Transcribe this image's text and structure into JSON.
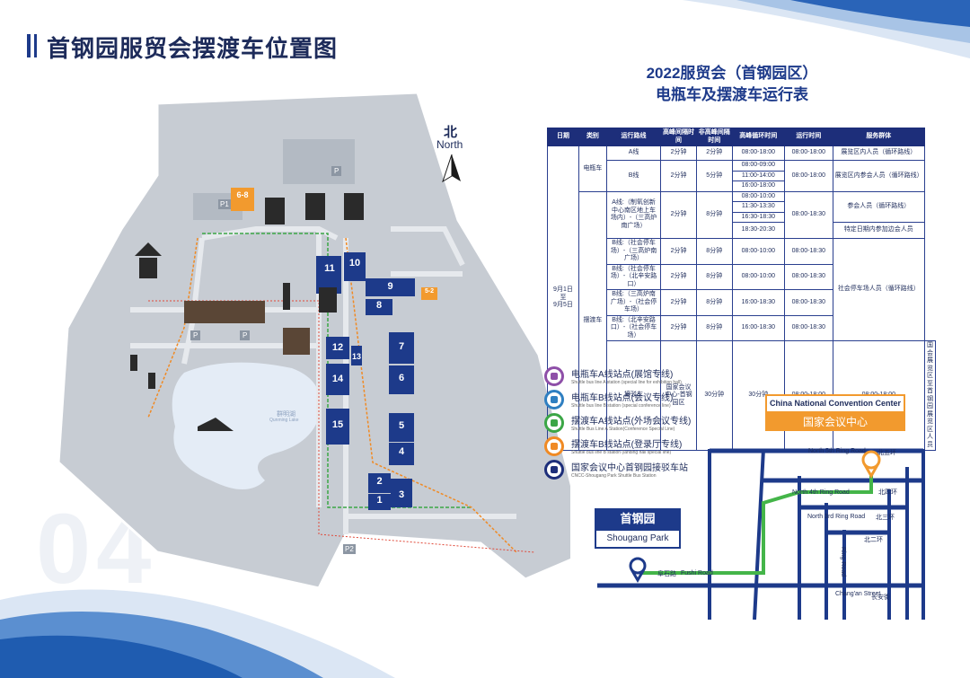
{
  "page": {
    "title": "首钢园服贸会摆渡车位置图",
    "watermark_number": "04"
  },
  "map": {
    "north_cn": "北",
    "north_en": "North",
    "building_labels": [
      "11",
      "10",
      "9",
      "8",
      "7",
      "6",
      "5",
      "4",
      "3",
      "2",
      "1",
      "12",
      "13",
      "14",
      "15"
    ],
    "orange_tag": "6-8",
    "orange_tag2": "5-2",
    "lake_cn": "群明湖",
    "lake_en": "Qunming Lake",
    "parking": "P",
    "parking_p1": "P1",
    "parking_p2": "P2"
  },
  "schedule": {
    "title_line1": "2022服贸会（首钢园区）",
    "title_line2": "电瓶车及摆渡车运行表",
    "headers": [
      "日期",
      "类别",
      "运行路线",
      "高峰间隔时间",
      "非高峰间隔时间",
      "高峰循环时间",
      "运行时间",
      "服务群体"
    ],
    "date": "9月1日\n至\n9月5日",
    "cat_electric": "电瓶车",
    "cat_shuttle": "摆渡车",
    "cat_transfer": "接驳车",
    "rows": {
      "e_a_route": "A线",
      "e_a_peak": "2分钟",
      "e_a_off": "2分钟",
      "e_a_cycle": "08:00-18:00",
      "e_a_time": "08:00-18:00",
      "e_a_group": "展览区内人员（循环路线）",
      "e_b_route": "B线",
      "e_b_peak": "2分钟",
      "e_b_off": "5分钟",
      "e_b_cycle1": "08:00-09:00",
      "e_b_cycle2": "11:00-14:00",
      "e_b_cycle3": "16:00-18:00",
      "e_b_time": "08:00-18:00",
      "e_b_group": "展览区内参会人员（循环路线）",
      "s_a_route": "A线:（制氧创新中心南区地上车场内）-（三高炉南广场）",
      "s_a_peak": "2分钟",
      "s_a_off": "8分钟",
      "s_a_cycle1": "08:00-10:00",
      "s_a_cycle2": "11:30-13:30",
      "s_a_cycle3": "16:30-18:30",
      "s_a_cycle4": "18:30-20:30",
      "s_a_time": "08:00-18:30",
      "s_a_group1": "参会人员（循环路线）",
      "s_a_group2": "特定日期内参加边会人员",
      "s_b1_route": "B线:（社会停车场）-（三高炉南广场）",
      "s_b1_peak": "2分钟",
      "s_b1_off": "8分钟",
      "s_b1_cycle": "08:00-10:00",
      "s_b1_time": "08:00-18:30",
      "s_b2_route": "B线:（社会停车场）-（北辛安路口）",
      "s_b2_peak": "2分钟",
      "s_b2_off": "8分钟",
      "s_b2_cycle": "08:00-10:00",
      "s_b2_time": "08:00-18:30",
      "s_b3_route": "B线:（三高炉南广场）-（社会停车场）",
      "s_b3_peak": "2分钟",
      "s_b3_off": "8分钟",
      "s_b3_cycle": "16:00-18:30",
      "s_b3_time": "08:00-18:30",
      "s_b4_route": "B线:（北辛安路口）-（社会停车场）",
      "s_b4_peak": "2分钟",
      "s_b4_off": "8分钟",
      "s_b4_cycle": "16:00-18:30",
      "s_b4_time": "08:00-18:30",
      "s_b_group": "社会停车场人员（循环路线）",
      "t_route": "国家会议中心-首钢园区",
      "t_peak": "30分钟",
      "t_off": "30分钟",
      "t_cycle": "08:00-18:00",
      "t_time": "08:00-18:00",
      "t_group": "国会展览区至首钢园展览区人员"
    }
  },
  "legend": [
    {
      "cn": "电瓶车A线站点(展馆专线)",
      "en": "Shuttle bus line A station (special line for exhibition hall)",
      "color": "#8e4fa8"
    },
    {
      "cn": "电瓶车B线站点(会议专线)",
      "en": "Shuttle bus line B station (special conference line)",
      "color": "#2f7fc1"
    },
    {
      "cn": "摆渡车A线站点(外场会议专线)",
      "en": "Shuttle Bus Line A Station(Conference Special Line)",
      "color": "#3ba646"
    },
    {
      "cn": "摆渡车B线站点(登录厅专线)",
      "en": "Shuttle bus line B station (landing hall special line)",
      "color": "#f08a24"
    },
    {
      "cn": "国家会议中心首钢园接驳车站",
      "en": "CNCC-Shougang Park Shuttle Bus Station",
      "color": "#1d2e7a"
    }
  ],
  "route_map": {
    "cncc_en": "China National Convention Center",
    "cncc_cn": "国家会议中心",
    "shougang_cn": "首钢园",
    "shougang_en": "Shougang Park",
    "r5_en": "North 5th Ring Road",
    "r5_cn": "北五环",
    "r4_en": "North 4th Ring Road",
    "r4_cn": "北四环",
    "r3_en": "North 3rd Ring Road",
    "r3_cn": "北三环",
    "r2_cn": "北二环",
    "fushi_cn": "阜石路",
    "fushi_en": "Fushi Road",
    "ring_en": "Ring Road",
    "changan_en": "Chang'an Street",
    "changan_cn": "长安街"
  },
  "colors": {
    "primary": "#1d2e7a",
    "orange": "#f29a2e",
    "green": "#3ba646",
    "route_green": "#44b549",
    "map_gray": "#c7ccd3",
    "lake": "#e4ecf6"
  }
}
